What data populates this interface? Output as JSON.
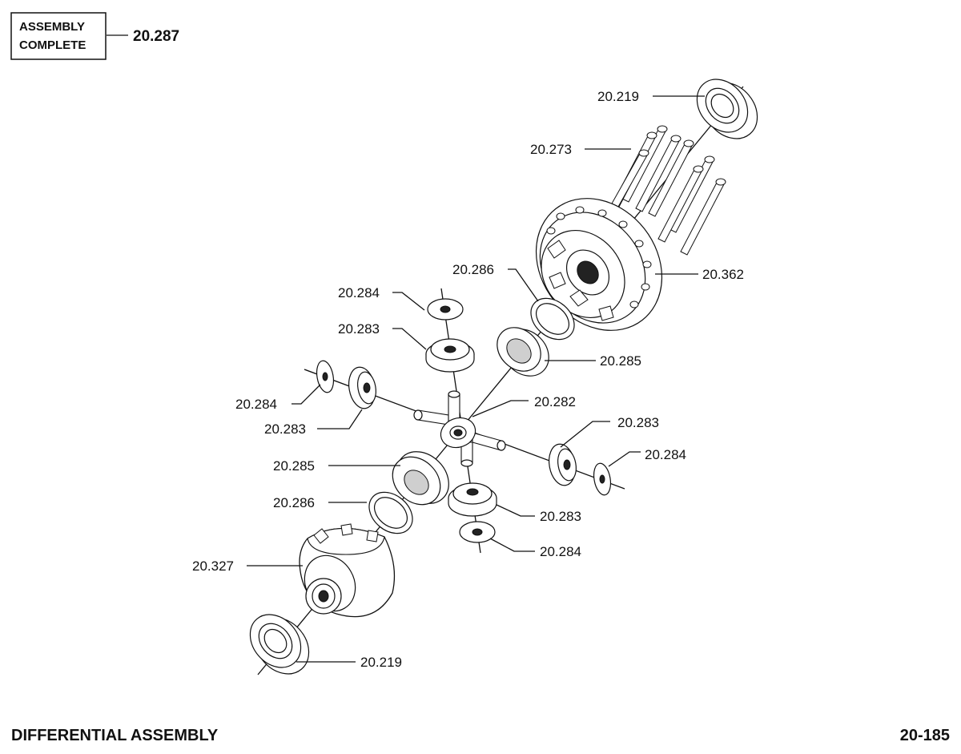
{
  "header": {
    "box_line1": "ASSEMBLY",
    "box_line2": "COMPLETE",
    "assembly_ref": "20.287"
  },
  "footer": {
    "title": "DIFFERENTIAL ASSEMBLY",
    "page": "20-185"
  },
  "callouts": [
    {
      "id": "c-219-top",
      "text": "20.219"
    },
    {
      "id": "c-273",
      "text": "20.273"
    },
    {
      "id": "c-286-top",
      "text": "20.286"
    },
    {
      "id": "c-362",
      "text": "20.362"
    },
    {
      "id": "c-284-a",
      "text": "20.284"
    },
    {
      "id": "c-283-a",
      "text": "20.283"
    },
    {
      "id": "c-285-top",
      "text": "20.285"
    },
    {
      "id": "c-284-b",
      "text": "20.284"
    },
    {
      "id": "c-282",
      "text": "20.282"
    },
    {
      "id": "c-283-b",
      "text": "20.283"
    },
    {
      "id": "c-283-c",
      "text": "20.283"
    },
    {
      "id": "c-284-c",
      "text": "20.284"
    },
    {
      "id": "c-285-bot",
      "text": "20.285"
    },
    {
      "id": "c-283-d",
      "text": "20.283"
    },
    {
      "id": "c-286-bot",
      "text": "20.286"
    },
    {
      "id": "c-284-d",
      "text": "20.284"
    },
    {
      "id": "c-327",
      "text": "20.327"
    },
    {
      "id": "c-219-bot",
      "text": "20.219"
    }
  ]
}
